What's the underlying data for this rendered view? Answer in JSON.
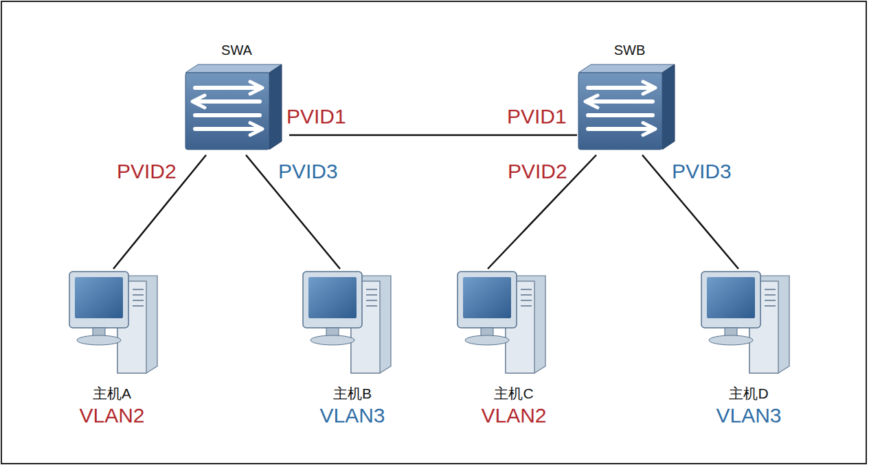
{
  "diagram": {
    "nodes": [
      {
        "text": [
          "SWA"
        ]
      },
      {
        "text": [
          "SWB"
        ]
      },
      {
        "text": [
          "主机A",
          "VLAN2"
        ]
      },
      {
        "text": [
          "主机B",
          "VLAN3"
        ]
      },
      {
        "text": [
          "主机C",
          "VLAN2"
        ]
      },
      {
        "text": [
          "主机D",
          "VLAN3"
        ]
      }
    ],
    "edges": [
      {
        "from": 0,
        "to": 1,
        "arrow": "none"
      },
      {
        "from": 0,
        "to": 2,
        "arrow": "none"
      },
      {
        "from": 0,
        "to": 3,
        "arrow": "none"
      },
      {
        "from": 1,
        "to": 4,
        "arrow": "none"
      },
      {
        "from": 1,
        "to": 5,
        "arrow": "none"
      }
    ],
    "labels": [
      "PVID1",
      "PVID1",
      "PVID2",
      "PVID3",
      "PVID2",
      "PVID3"
    ]
  }
}
